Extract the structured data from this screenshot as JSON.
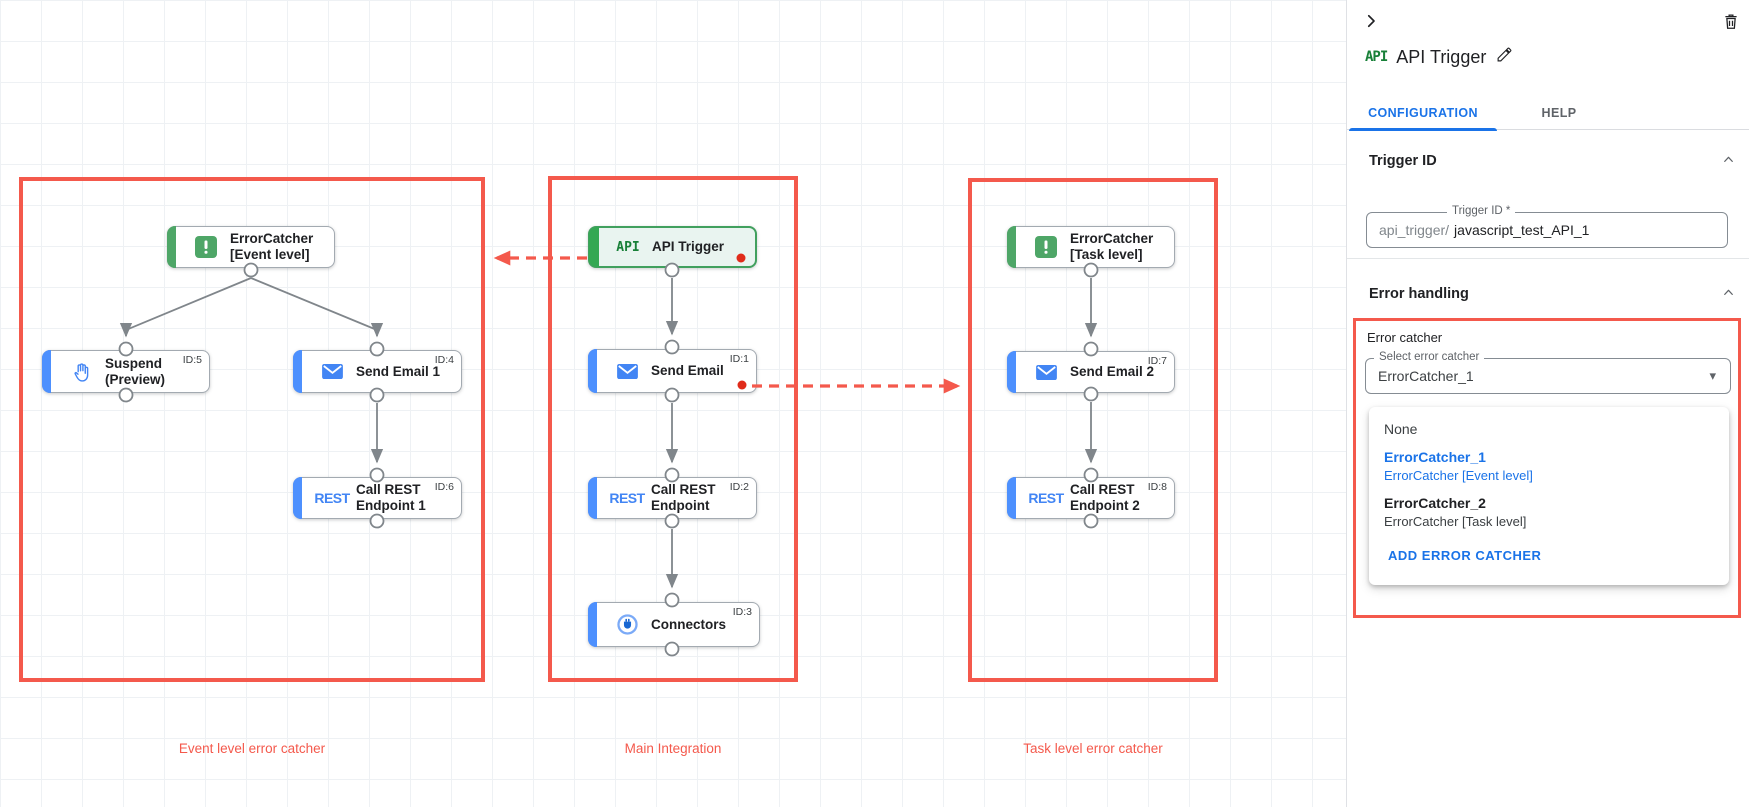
{
  "colors": {
    "accent_blue": "#1a73e8",
    "node_bar_blue": "#4d90fe",
    "node_bar_green": "#4ea667",
    "trigger_green": "#34a853",
    "annotation_red": "#f4594c",
    "breakpoint_dot_red": "#e02b1a"
  },
  "canvas": {
    "icon_text": {
      "api": "API",
      "rest": "REST"
    },
    "group_labels": [
      "Event level error catcher",
      "Main Integration",
      "Task level error catcher"
    ],
    "nodes": [
      {
        "label": "ErrorCatcher [Event level]",
        "id": ""
      },
      {
        "label": "Suspend (Preview)",
        "id": "ID:5"
      },
      {
        "label": "Send Email 1",
        "id": "ID:4"
      },
      {
        "label": "Call REST Endpoint 1",
        "id": "ID:6"
      },
      {
        "label": "API Trigger",
        "id": ""
      },
      {
        "label": "Send Email",
        "id": "ID:1"
      },
      {
        "label": "Call REST Endpoint",
        "id": "ID:2"
      },
      {
        "label": "Connectors",
        "id": "ID:3"
      },
      {
        "label": "ErrorCatcher [Task level]",
        "id": ""
      },
      {
        "label": "Send Email 2",
        "id": "ID:7"
      },
      {
        "label": "Call REST Endpoint 2",
        "id": "ID:8"
      }
    ]
  },
  "panel": {
    "badge": "API",
    "title": "API Trigger",
    "tabs": [
      {
        "label": "CONFIGURATION"
      },
      {
        "label": "HELP"
      }
    ],
    "trigger_id": {
      "heading": "Trigger ID",
      "field_label": "Trigger ID *",
      "prefix": "api_trigger/",
      "value": "javascript_test_API_1"
    },
    "error_handling": {
      "heading": "Error handling",
      "group_label": "Error catcher",
      "select_label": "Select error catcher",
      "select_value": "ErrorCatcher_1",
      "menu": {
        "none": "None",
        "options": [
          {
            "name": "ErrorCatcher_1",
            "desc": "ErrorCatcher [Event level]"
          },
          {
            "name": "ErrorCatcher_2",
            "desc": "ErrorCatcher [Task level]"
          }
        ],
        "add": "ADD ERROR CATCHER"
      }
    }
  }
}
